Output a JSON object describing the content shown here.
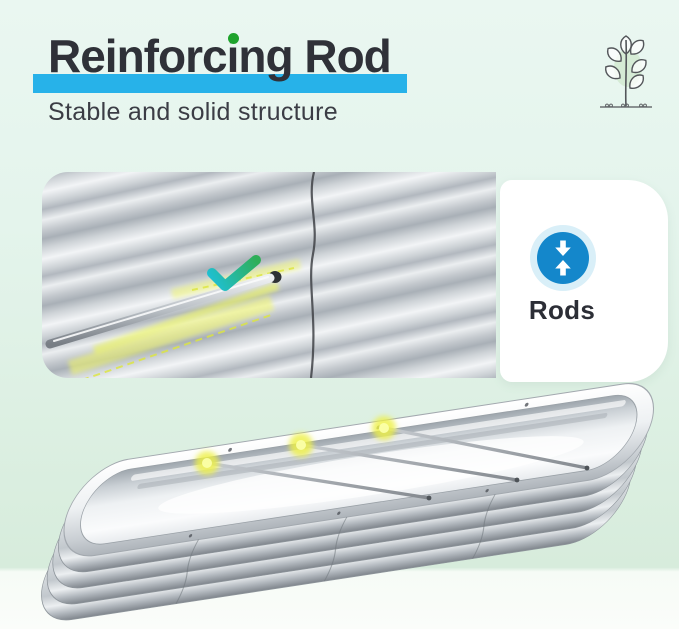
{
  "header": {
    "title": "Reinforcing Rod",
    "title_parts": {
      "pre": "Reinforc",
      "accent_letter": "i",
      "post": "ng Rod"
    },
    "subtitle": "Stable and solid structure"
  },
  "feature_card": {
    "label": "Rods",
    "icon": "vertical-compress-arrows-icon"
  },
  "decor": {
    "plant_icon": "hand-drawn-plant-sketch-icon"
  },
  "illustration": {
    "photo": "corrugated-galvanized-panel-with-rod-through-seam-hole",
    "bed": "oval-galvanized-raised-bed-with-three-reinforcing-rods",
    "rod_highlight_count": 3
  },
  "colors": {
    "title_text": "#2f3138",
    "accent_green_dot": "#1ea32c",
    "underline_blue": "#27b2e9",
    "icon_blue": "#1487cb",
    "icon_halo": "#d9eff8",
    "card_bg": "#ffffff",
    "bg_mint_top": "#eaf7f1",
    "bg_mint_band": "#d7ecdc",
    "bg_bottom": "#fbfdfa",
    "rod_glow_yellow": "#eef046",
    "highlight_streak_yellow": "#f2f868",
    "check_teal": "#1fc0d4",
    "check_green": "#2fae57"
  }
}
